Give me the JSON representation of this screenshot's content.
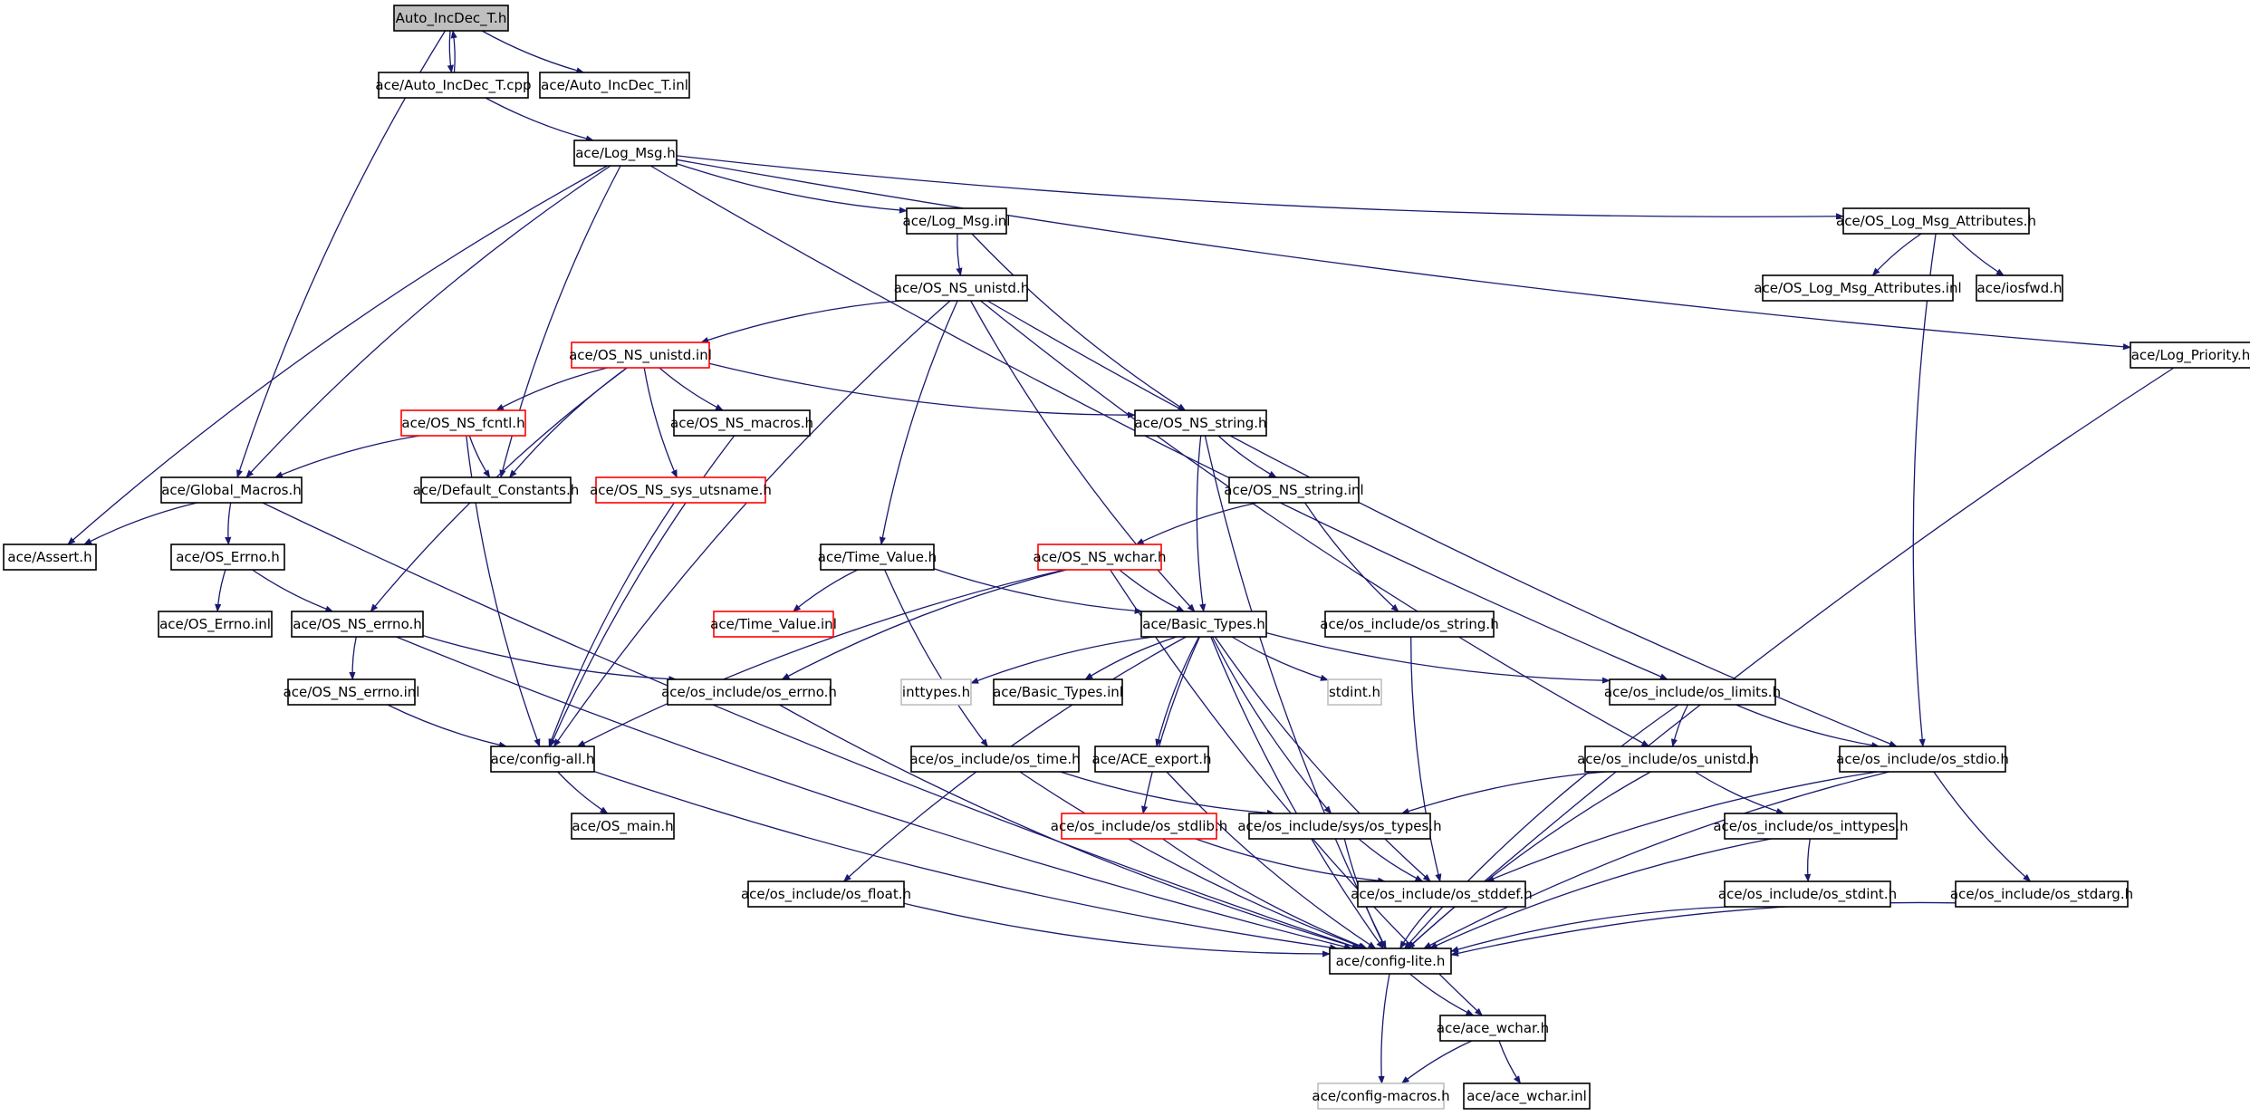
{
  "colors": {
    "edge": "#191970",
    "node_border": "#000000",
    "node_border_undocumented": "#ff0000",
    "node_border_external": "#bfbfbf",
    "root_fill": "#bfbfbf",
    "node_fill": "#ffffff"
  },
  "nodes": [
    {
      "id": "root",
      "label": "Auto_IncDec_T.h",
      "kind": "root"
    },
    {
      "id": "cpp",
      "label": "ace/Auto_IncDec_T.cpp",
      "kind": "normal"
    },
    {
      "id": "inl",
      "label": "ace/Auto_IncDec_T.inl",
      "kind": "normal"
    },
    {
      "id": "logmsg",
      "label": "ace/Log_Msg.h",
      "kind": "normal"
    },
    {
      "id": "logmsginl",
      "label": "ace/Log_Msg.inl",
      "kind": "normal"
    },
    {
      "id": "oslmattr",
      "label": "ace/OS_Log_Msg_Attributes.h",
      "kind": "normal"
    },
    {
      "id": "oslmattrinl",
      "label": "ace/OS_Log_Msg_Attributes.inl",
      "kind": "normal"
    },
    {
      "id": "iosfwd",
      "label": "ace/iosfwd.h",
      "kind": "normal"
    },
    {
      "id": "logprio",
      "label": "ace/Log_Priority.h",
      "kind": "normal"
    },
    {
      "id": "unistd",
      "label": "ace/OS_NS_unistd.h",
      "kind": "normal"
    },
    {
      "id": "unistdinl",
      "label": "ace/OS_NS_unistd.inl",
      "kind": "undocumented"
    },
    {
      "id": "fcntl",
      "label": "ace/OS_NS_fcntl.h",
      "kind": "undocumented"
    },
    {
      "id": "nsmacros",
      "label": "ace/OS_NS_macros.h",
      "kind": "normal"
    },
    {
      "id": "nsstring",
      "label": "ace/OS_NS_string.h",
      "kind": "normal"
    },
    {
      "id": "globalmacros",
      "label": "ace/Global_Macros.h",
      "kind": "normal"
    },
    {
      "id": "defconst",
      "label": "ace/Default_Constants.h",
      "kind": "normal"
    },
    {
      "id": "utsname",
      "label": "ace/OS_NS_sys_utsname.h",
      "kind": "undocumented"
    },
    {
      "id": "nsstringinl",
      "label": "ace/OS_NS_string.inl",
      "kind": "normal"
    },
    {
      "id": "assert",
      "label": "ace/Assert.h",
      "kind": "normal"
    },
    {
      "id": "oserrno",
      "label": "ace/OS_Errno.h",
      "kind": "normal"
    },
    {
      "id": "timevalue",
      "label": "ace/Time_Value.h",
      "kind": "normal"
    },
    {
      "id": "nswchar",
      "label": "ace/OS_NS_wchar.h",
      "kind": "undocumented"
    },
    {
      "id": "oserrnoinl",
      "label": "ace/OS_Errno.inl",
      "kind": "normal"
    },
    {
      "id": "nserrno",
      "label": "ace/OS_NS_errno.h",
      "kind": "normal"
    },
    {
      "id": "timevalueinl",
      "label": "ace/Time_Value.inl",
      "kind": "undocumented"
    },
    {
      "id": "basictypes",
      "label": "ace/Basic_Types.h",
      "kind": "normal"
    },
    {
      "id": "osstring",
      "label": "ace/os_include/os_string.h",
      "kind": "normal"
    },
    {
      "id": "nserrnoinl",
      "label": "ace/OS_NS_errno.inl",
      "kind": "normal"
    },
    {
      "id": "oserrnoh",
      "label": "ace/os_include/os_errno.h",
      "kind": "normal"
    },
    {
      "id": "inttypes",
      "label": "inttypes.h",
      "kind": "external"
    },
    {
      "id": "basictypesinl",
      "label": "ace/Basic_Types.inl",
      "kind": "normal"
    },
    {
      "id": "stdint",
      "label": "stdint.h",
      "kind": "external"
    },
    {
      "id": "oslimits",
      "label": "ace/os_include/os_limits.h",
      "kind": "normal"
    },
    {
      "id": "configall",
      "label": "ace/config-all.h",
      "kind": "normal"
    },
    {
      "id": "ostime",
      "label": "ace/os_include/os_time.h",
      "kind": "normal"
    },
    {
      "id": "aceexport",
      "label": "ace/ACE_export.h",
      "kind": "normal"
    },
    {
      "id": "osunistd",
      "label": "ace/os_include/os_unistd.h",
      "kind": "normal"
    },
    {
      "id": "osstdio",
      "label": "ace/os_include/os_stdio.h",
      "kind": "normal"
    },
    {
      "id": "osmain",
      "label": "ace/OS_main.h",
      "kind": "normal"
    },
    {
      "id": "osstdlib",
      "label": "ace/os_include/os_stdlib.h",
      "kind": "undocumented"
    },
    {
      "id": "systypes",
      "label": "ace/os_include/sys/os_types.h",
      "kind": "normal"
    },
    {
      "id": "osinttypes",
      "label": "ace/os_include/os_inttypes.h",
      "kind": "normal"
    },
    {
      "id": "osfloat",
      "label": "ace/os_include/os_float.h",
      "kind": "normal"
    },
    {
      "id": "osstddef",
      "label": "ace/os_include/os_stddef.h",
      "kind": "normal"
    },
    {
      "id": "osstdint",
      "label": "ace/os_include/os_stdint.h",
      "kind": "normal"
    },
    {
      "id": "osstdarg",
      "label": "ace/os_include/os_stdarg.h",
      "kind": "normal"
    },
    {
      "id": "configlite",
      "label": "ace/config-lite.h",
      "kind": "normal"
    },
    {
      "id": "acewchar",
      "label": "ace/ace_wchar.h",
      "kind": "normal"
    },
    {
      "id": "configmacros",
      "label": "ace/config-macros.h",
      "kind": "external"
    },
    {
      "id": "acewcharinl",
      "label": "ace/ace_wchar.inl",
      "kind": "normal"
    }
  ],
  "edges": [
    [
      "root",
      "cpp"
    ],
    [
      "cpp",
      "root"
    ],
    [
      "root",
      "inl"
    ],
    [
      "root",
      "globalmacros"
    ],
    [
      "cpp",
      "logmsg"
    ],
    [
      "logmsg",
      "logmsginl"
    ],
    [
      "logmsg",
      "oslmattr"
    ],
    [
      "logmsg",
      "logprio"
    ],
    [
      "logmsg",
      "assert"
    ],
    [
      "logmsg",
      "globalmacros"
    ],
    [
      "logmsg",
      "defconst"
    ],
    [
      "logmsg",
      "oslimits"
    ],
    [
      "logmsginl",
      "unistd"
    ],
    [
      "logmsginl",
      "nsstring"
    ],
    [
      "oslmattr",
      "oslmattrinl"
    ],
    [
      "oslmattr",
      "iosfwd"
    ],
    [
      "oslmattr",
      "osstdio"
    ],
    [
      "logprio",
      "configlite"
    ],
    [
      "unistd",
      "unistdinl"
    ],
    [
      "unistd",
      "configall"
    ],
    [
      "unistd",
      "timevalue"
    ],
    [
      "unistd",
      "basictypes"
    ],
    [
      "unistd",
      "osunistd"
    ],
    [
      "unistd",
      "osstdio"
    ],
    [
      "unistdinl",
      "fcntl"
    ],
    [
      "unistdinl",
      "nsmacros"
    ],
    [
      "unistdinl",
      "nsstring"
    ],
    [
      "unistdinl",
      "defconst"
    ],
    [
      "unistdinl",
      "utsname"
    ],
    [
      "unistdinl",
      "nserrno"
    ],
    [
      "fcntl",
      "globalmacros"
    ],
    [
      "fcntl",
      "defconst"
    ],
    [
      "fcntl",
      "configall"
    ],
    [
      "nsmacros",
      "configall"
    ],
    [
      "nsstring",
      "nsstringinl"
    ],
    [
      "nsstring",
      "basictypes"
    ],
    [
      "nsstring",
      "configlite"
    ],
    [
      "globalmacros",
      "assert"
    ],
    [
      "globalmacros",
      "oserrno"
    ],
    [
      "globalmacros",
      "configlite"
    ],
    [
      "utsname",
      "configall"
    ],
    [
      "nsstringinl",
      "nswchar"
    ],
    [
      "nsstringinl",
      "osstring"
    ],
    [
      "oserrno",
      "oserrnoinl"
    ],
    [
      "oserrno",
      "nserrno"
    ],
    [
      "timevalue",
      "timevalueinl"
    ],
    [
      "timevalue",
      "basictypes"
    ],
    [
      "timevalue",
      "ostime"
    ],
    [
      "nswchar",
      "basictypes"
    ],
    [
      "nswchar",
      "oserrnoh"
    ],
    [
      "nswchar",
      "configall"
    ],
    [
      "nswchar",
      "acewchar"
    ],
    [
      "nserrno",
      "nserrnoinl"
    ],
    [
      "nserrno",
      "oserrnoh"
    ],
    [
      "nserrno",
      "configlite"
    ],
    [
      "basictypes",
      "inttypes"
    ],
    [
      "basictypes",
      "basictypesinl"
    ],
    [
      "basictypes",
      "stdint"
    ],
    [
      "basictypes",
      "oslimits"
    ],
    [
      "basictypes",
      "aceexport"
    ],
    [
      "basictypes",
      "osstdlib"
    ],
    [
      "basictypes",
      "systypes"
    ],
    [
      "basictypes",
      "osfloat"
    ],
    [
      "basictypes",
      "osstddef"
    ],
    [
      "basictypes",
      "configlite"
    ],
    [
      "osstring",
      "osstddef"
    ],
    [
      "nserrnoinl",
      "configall"
    ],
    [
      "oserrnoh",
      "configlite"
    ],
    [
      "oslimits",
      "osunistd"
    ],
    [
      "oslimits",
      "osstdio"
    ],
    [
      "oslimits",
      "configlite"
    ],
    [
      "configall",
      "osmain"
    ],
    [
      "configall",
      "configlite"
    ],
    [
      "ostime",
      "systypes"
    ],
    [
      "ostime",
      "configlite"
    ],
    [
      "aceexport",
      "configlite"
    ],
    [
      "osunistd",
      "systypes"
    ],
    [
      "osunistd",
      "osinttypes"
    ],
    [
      "osunistd",
      "configlite"
    ],
    [
      "osstdio",
      "osstddef"
    ],
    [
      "osstdio",
      "osstdarg"
    ],
    [
      "osstdio",
      "configlite"
    ],
    [
      "osstdlib",
      "osstddef"
    ],
    [
      "osstdlib",
      "configlite"
    ],
    [
      "systypes",
      "osstddef"
    ],
    [
      "systypes",
      "configlite"
    ],
    [
      "osinttypes",
      "osstdint"
    ],
    [
      "osinttypes",
      "configlite"
    ],
    [
      "osfloat",
      "configlite"
    ],
    [
      "osstddef",
      "configlite"
    ],
    [
      "osstdint",
      "configlite"
    ],
    [
      "osstdarg",
      "configlite"
    ],
    [
      "configlite",
      "acewchar"
    ],
    [
      "configlite",
      "configmacros"
    ],
    [
      "acewchar",
      "configmacros"
    ],
    [
      "acewchar",
      "acewcharinl"
    ]
  ]
}
